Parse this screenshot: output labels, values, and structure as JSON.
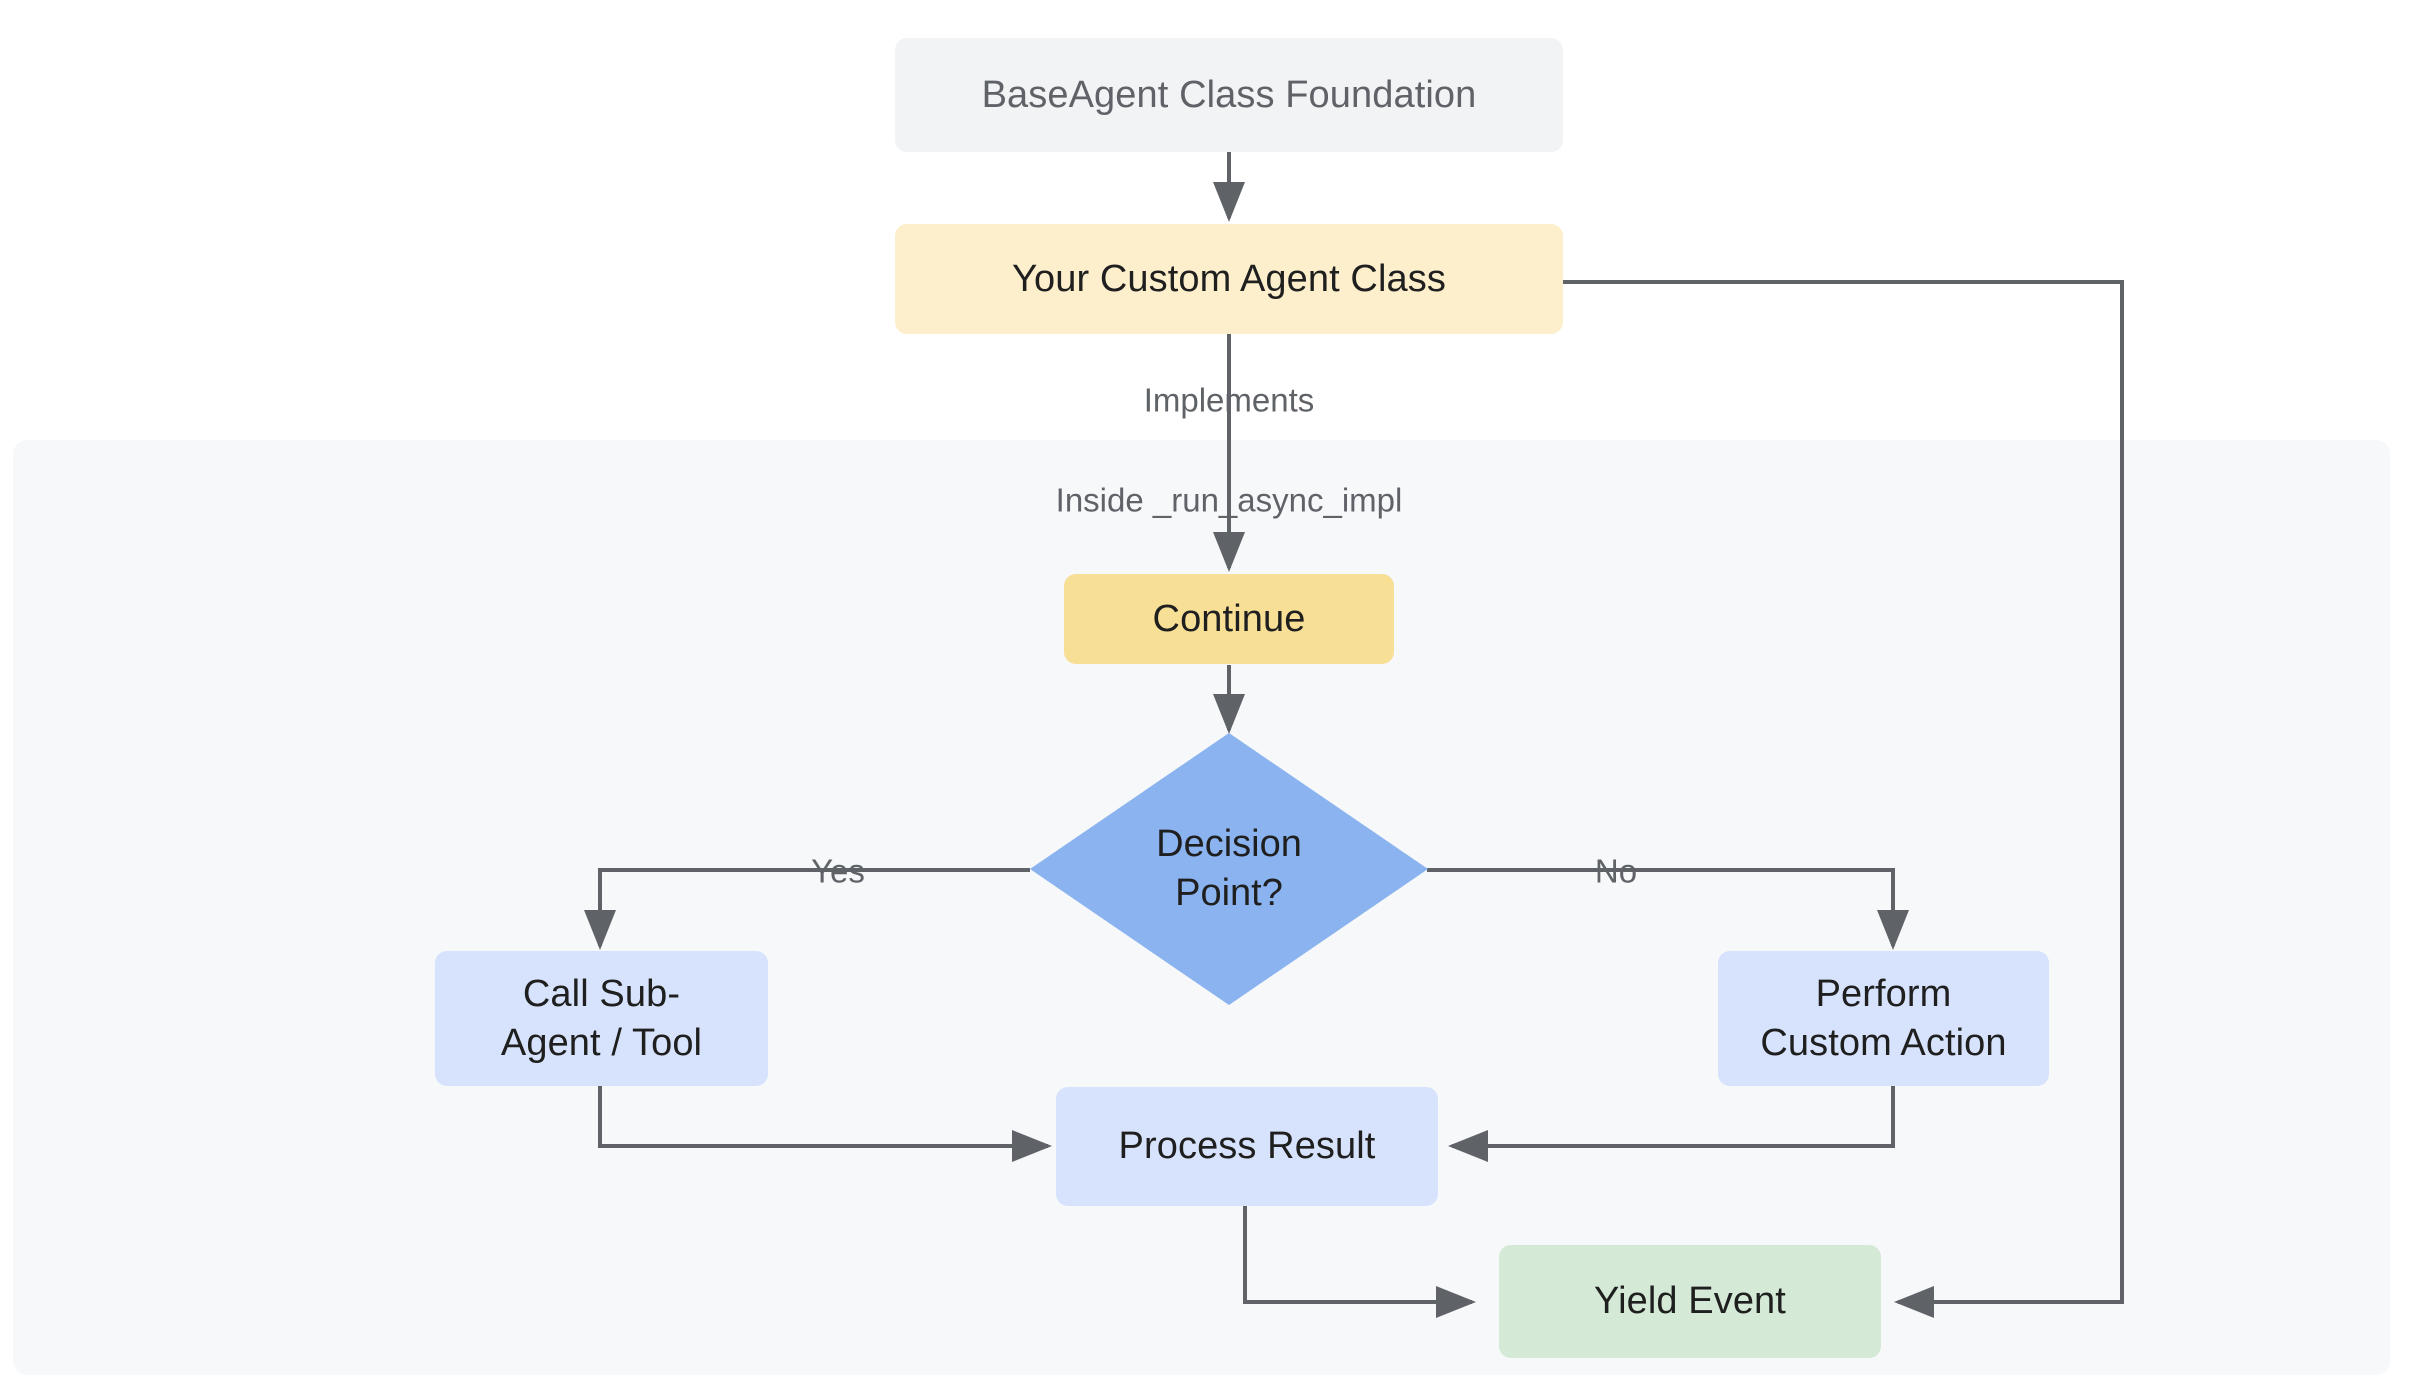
{
  "diagram": {
    "type": "flowchart",
    "title_visible": false,
    "background_color": "#ffffff",
    "edge_color": "#5f6368",
    "subgraph": {
      "label": "Inside _run_async_impl",
      "fill": "#f6f8fa"
    },
    "nodes": [
      {
        "id": "base",
        "label": "BaseAgent Class Foundation",
        "shape": "rounded-rect",
        "fill": "#f1f3f4",
        "text_color": "#5f6368"
      },
      {
        "id": "custom",
        "label": "Your Custom Agent Class",
        "shape": "rounded-rect",
        "fill": "#fdefcc",
        "text_color": "#1f1f1f"
      },
      {
        "id": "continue",
        "label": "Continue",
        "shape": "rounded-rect",
        "fill": "#f8df96",
        "text_color": "#1f1f1f"
      },
      {
        "id": "decision",
        "label": "Decision\nPoint?",
        "shape": "diamond",
        "fill": "#8ab3f0",
        "text_color": "#1f1f1f"
      },
      {
        "id": "subcall",
        "label": "Call Sub-\nAgent / Tool",
        "shape": "rounded-rect",
        "fill": "#d7e3fc",
        "text_color": "#1f1f1f"
      },
      {
        "id": "perform",
        "label": "Perform\nCustom Action",
        "shape": "rounded-rect",
        "fill": "#d7e3fc",
        "text_color": "#1f1f1f"
      },
      {
        "id": "process",
        "label": "Process Result",
        "shape": "rounded-rect",
        "fill": "#d7e3fc",
        "text_color": "#1f1f1f"
      },
      {
        "id": "yield",
        "label": "Yield Event",
        "shape": "rounded-rect",
        "fill": "#d4e9d6",
        "text_color": "#1f1f1f"
      }
    ],
    "edges": [
      {
        "from": "base",
        "to": "custom",
        "label": ""
      },
      {
        "from": "custom",
        "to": "continue",
        "label": "Implements"
      },
      {
        "from": "continue",
        "to": "decision",
        "label": ""
      },
      {
        "from": "decision",
        "to": "subcall",
        "label": "Yes"
      },
      {
        "from": "decision",
        "to": "perform",
        "label": "No"
      },
      {
        "from": "subcall",
        "to": "process",
        "label": ""
      },
      {
        "from": "perform",
        "to": "process",
        "label": ""
      },
      {
        "from": "process",
        "to": "yield",
        "label": ""
      },
      {
        "from": "custom",
        "to": "yield",
        "label": ""
      }
    ],
    "edge_labels": {
      "implements": "Implements",
      "yes": "Yes",
      "no": "No"
    }
  }
}
